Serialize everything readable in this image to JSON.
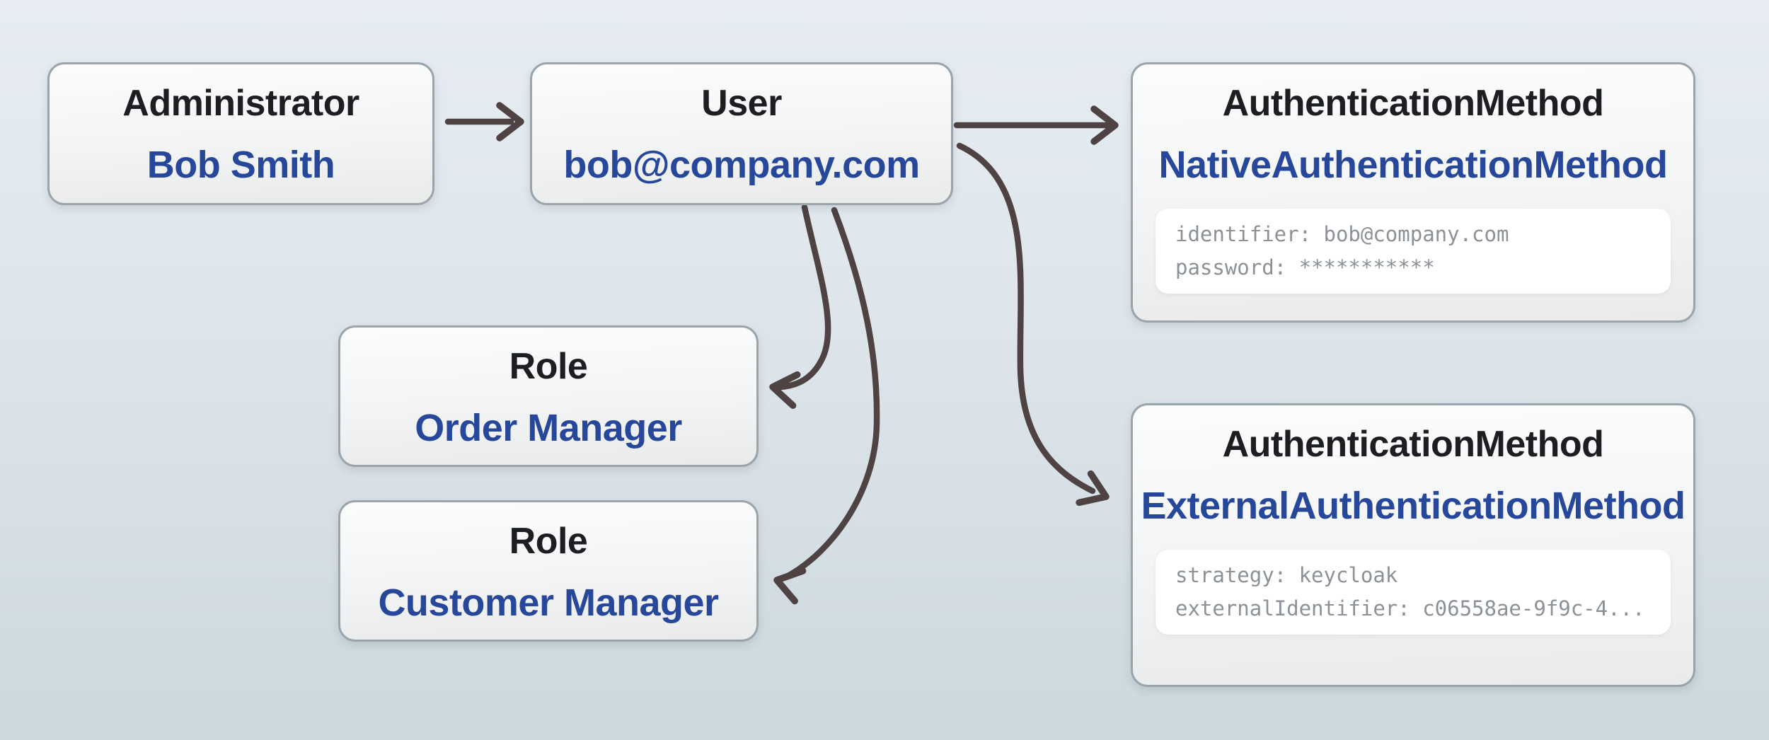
{
  "diagram": {
    "background_top": "#e6ecf2",
    "background_bottom": "#ccd8dd",
    "title_color": "#1c1e22",
    "value_color": "#27479b",
    "attr_text_color": "#8b9196",
    "arrow_color": "#4e4242",
    "box_border_color": "#9aa4ab"
  },
  "nodes": [
    {
      "id": "administrator",
      "type": "Administrator",
      "value": "Bob Smith"
    },
    {
      "id": "user",
      "type": "User",
      "value": "bob@company.com"
    },
    {
      "id": "native-auth",
      "type": "AuthenticationMethod",
      "value": "NativeAuthenticationMethod",
      "attrs": [
        "identifier: bob@company.com",
        "password: ***********"
      ]
    },
    {
      "id": "role-order",
      "type": "Role",
      "value": "Order Manager"
    },
    {
      "id": "role-customer",
      "type": "Role",
      "value": "Customer Manager"
    },
    {
      "id": "external-auth",
      "type": "AuthenticationMethod",
      "value": "ExternalAuthenticationMethod",
      "attrs": [
        "strategy: keycloak",
        "externalIdentifier: c06558ae-9f9c-4..."
      ]
    }
  ],
  "edges": [
    {
      "from": "administrator",
      "to": "user"
    },
    {
      "from": "user",
      "to": "native-auth"
    },
    {
      "from": "user",
      "to": "external-auth"
    },
    {
      "from": "user",
      "to": "role-order"
    },
    {
      "from": "user",
      "to": "role-customer"
    }
  ]
}
